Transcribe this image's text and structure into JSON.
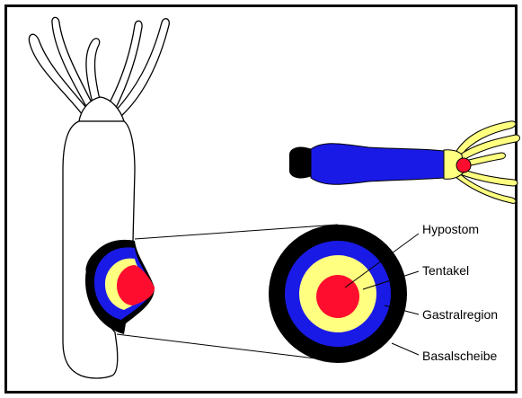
{
  "labels": {
    "hypostom": "Hypostom",
    "tentakel": "Tentakel",
    "gastralregion": "Gastralregion",
    "basalscheibe": "Basalscheibe"
  },
  "colors": {
    "basal": "#000000",
    "gastral": "#1a1ae6",
    "tentacle": "#ffff80",
    "hypostome": "#ff0d2e",
    "outline": "#000000"
  }
}
